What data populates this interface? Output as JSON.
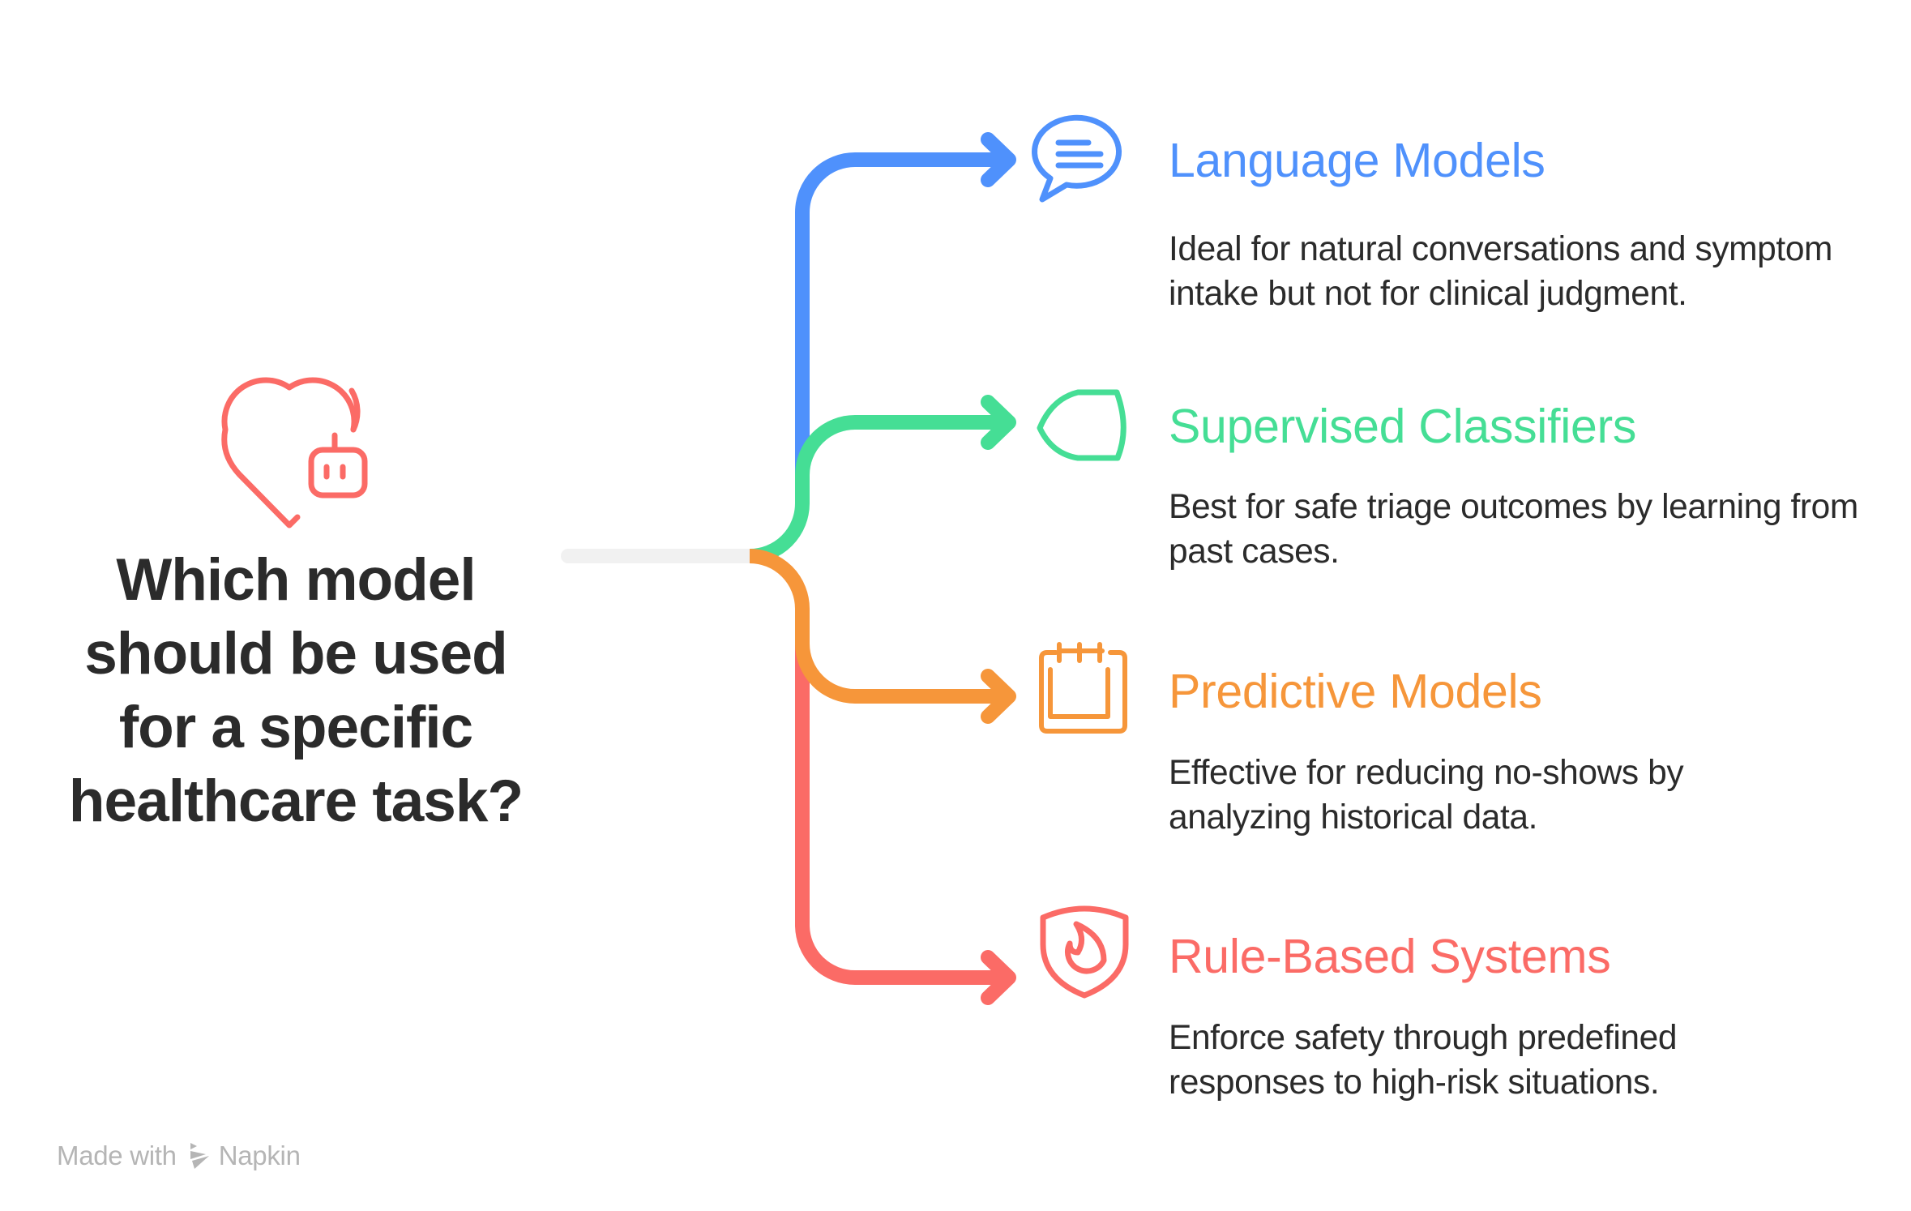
{
  "question": {
    "lines": [
      "Which model",
      "should be used",
      "for a specific",
      "healthcare task?"
    ],
    "icon": "heart-robot-icon"
  },
  "colors": {
    "text": "#2b2b2b",
    "trunk": "#f1f1f1",
    "footer": "#b5b5b5"
  },
  "options": [
    {
      "title": "Language Models",
      "description": "Ideal for natural conversations and symptom intake but not for clinical judgment.",
      "icon": "speech-bubble-icon",
      "color": "#4f91fc"
    },
    {
      "title": "Supervised Classifiers",
      "description": "Best for safe triage outcomes by learning from past cases.",
      "icon": "tag-shape-icon",
      "color": "#45de95"
    },
    {
      "title": "Predictive Models",
      "description": "Effective for reducing no-shows by analyzing historical data.",
      "icon": "calendar-icon",
      "color": "#f6963a"
    },
    {
      "title": "Rule-Based Systems",
      "description": "Enforce safety through predefined responses to high-risk situations.",
      "icon": "shield-flame-icon",
      "color": "#fb6b66"
    }
  ],
  "footer": {
    "made_with": "Made with",
    "brand": "Napkin",
    "icon": "napkin-logo-icon"
  }
}
